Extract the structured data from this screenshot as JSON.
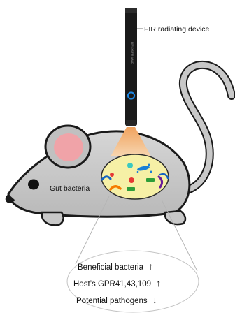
{
  "device": {
    "label": "FIR radiating device",
    "engraving": "BEFLIXS FIR WAND"
  },
  "mouse": {
    "gut_label": "Gut bacteria"
  },
  "effects": [
    {
      "text": "Beneficial bacteria",
      "arrow": "↑"
    },
    {
      "text": "Host’s GPR41,43,109",
      "arrow": "↑"
    },
    {
      "text": "Potential pathogens",
      "arrow": "↓"
    }
  ],
  "colors": {
    "device_body": "#1a1a1a",
    "device_ring": "#1e88e5",
    "radiation_top": "#f0a25e",
    "radiation_bottom": "#f7d6b0",
    "mouse_body": "#c8c8c8",
    "ear_inner": "#f0a3a8",
    "gut_fill": "#f6f0a6",
    "outline": "#1a1a1a"
  }
}
